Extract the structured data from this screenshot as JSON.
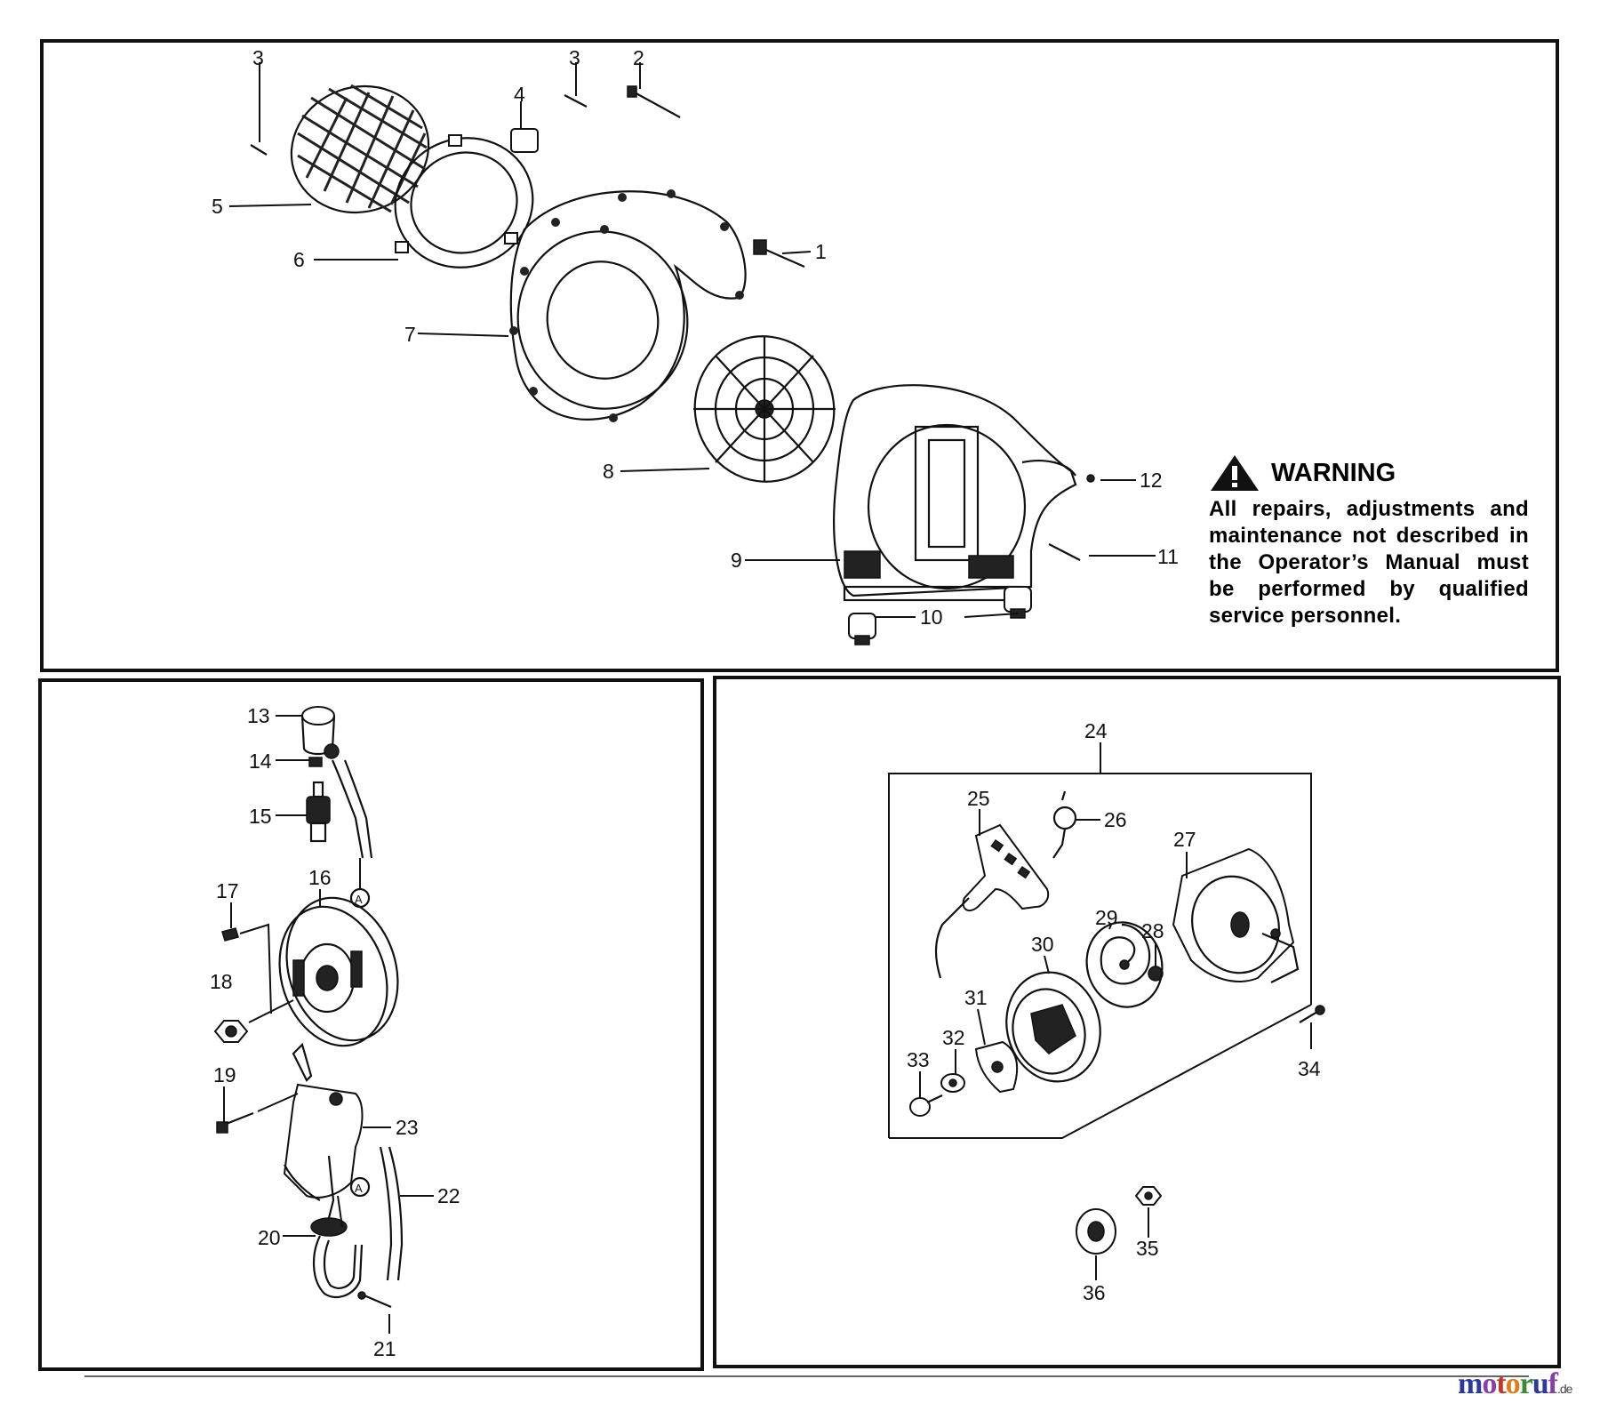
{
  "warning": {
    "title": "WARNING",
    "text": "All repairs, adjustments and maintenance not described in the Operator’s Manual must be performed by qualified service personnel."
  },
  "watermark": {
    "name": "motoruf",
    "tld": ".de",
    "colors": [
      "#2b3a9a",
      "#8a3fa8",
      "#c0392b",
      "#e07b1a",
      "#3a8a3a"
    ]
  },
  "callouts": {
    "c1": "1",
    "c2": "2",
    "c3a": "3",
    "c3b": "3",
    "c4": "4",
    "c5": "5",
    "c6": "6",
    "c7": "7",
    "c8": "8",
    "c9": "9",
    "c10": "10",
    "c11": "11",
    "c12": "12",
    "c13": "13",
    "c14": "14",
    "c15": "15",
    "c16": "16",
    "c17": "17",
    "c18": "18",
    "c19": "19",
    "c20": "20",
    "c21": "21",
    "c22": "22",
    "c23": "23",
    "c24": "24",
    "c25": "25",
    "c26": "26",
    "c27": "27",
    "c28": "28",
    "c29": "29",
    "c30": "30",
    "c31": "31",
    "c32": "32",
    "c33": "33",
    "c34": "34",
    "c35": "35",
    "c36": "36"
  },
  "connector_marks": {
    "a1": "A",
    "a2": "A"
  }
}
